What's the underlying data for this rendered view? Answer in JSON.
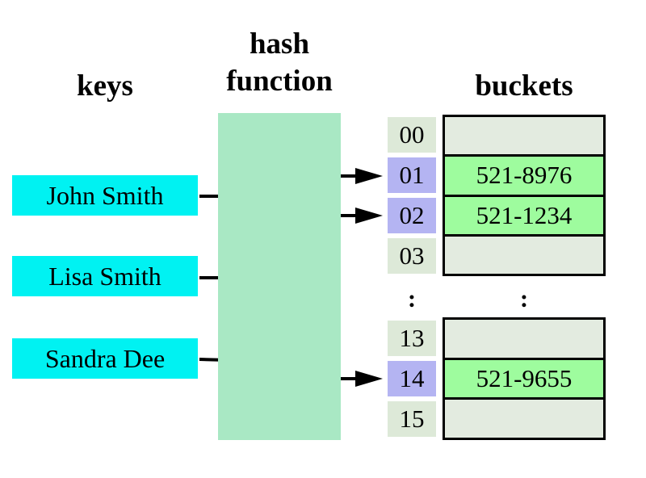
{
  "titles": {
    "keys": "keys",
    "hash_function": "hash\nfunction",
    "buckets": "buckets"
  },
  "keys": [
    {
      "label": "John Smith"
    },
    {
      "label": "Lisa Smith"
    },
    {
      "label": "Sandra Dee"
    }
  ],
  "upper_rows": [
    {
      "index": "00",
      "value": "",
      "highlighted": false,
      "filled": false
    },
    {
      "index": "01",
      "value": "521-8976",
      "highlighted": true,
      "filled": true
    },
    {
      "index": "02",
      "value": "521-1234",
      "highlighted": true,
      "filled": true
    },
    {
      "index": "03",
      "value": "",
      "highlighted": false,
      "filled": false
    }
  ],
  "ellipsis": {
    "index_col": ":",
    "bucket_col": ":"
  },
  "lower_rows": [
    {
      "index": "13",
      "value": "",
      "highlighted": false,
      "filled": false
    },
    {
      "index": "14",
      "value": "521-9655",
      "highlighted": true,
      "filled": true
    },
    {
      "index": "15",
      "value": "",
      "highlighted": false,
      "filled": false
    }
  ],
  "mappings": [
    {
      "from": "John Smith",
      "to": "02"
    },
    {
      "from": "Lisa Smith",
      "to": "01"
    },
    {
      "from": "Sandra Dee",
      "to": "14"
    }
  ],
  "colors": {
    "key_box": "#00f2f2",
    "hash_box": "#a9e8c4",
    "index_highlight": "#b4b4f2",
    "index_plain": "#dde9d8",
    "bucket_filled": "#9efc9e",
    "bucket_empty": "#e3ebe0",
    "line": "#000000"
  }
}
